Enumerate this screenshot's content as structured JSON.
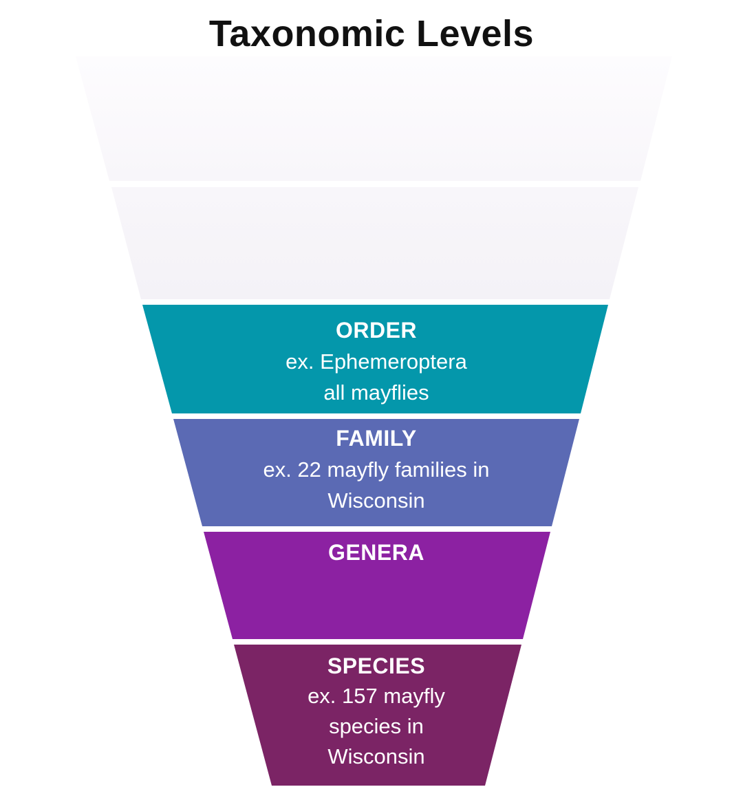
{
  "title": "Taxonomic Levels",
  "funnel": {
    "text_color": "#ffffff",
    "gap_color": "#ffffff",
    "segments": [
      {
        "id": "blank-top",
        "label": "",
        "color_top": "#fdfcfe",
        "color_bottom": "#f8f6fa"
      },
      {
        "id": "blank-second",
        "label": "",
        "color_top": "#f8f6fa",
        "color_bottom": "#f4f2f7"
      },
      {
        "id": "order",
        "label": "ORDER",
        "line1": "ex. Ephemeroptera",
        "line2": "all mayflies",
        "color": "#0497ab"
      },
      {
        "id": "family",
        "label": "FAMILY",
        "line1": "ex. 22 mayfly families in",
        "line2": "Wisconsin",
        "color": "#5b6ab4"
      },
      {
        "id": "genera",
        "label": "GENERA",
        "color": "#8c21a2"
      },
      {
        "id": "species",
        "label": "SPECIES",
        "line1": "ex. 157 mayfly",
        "line2": "species in",
        "line3": "Wisconsin",
        "color": "#7b2465"
      }
    ]
  }
}
